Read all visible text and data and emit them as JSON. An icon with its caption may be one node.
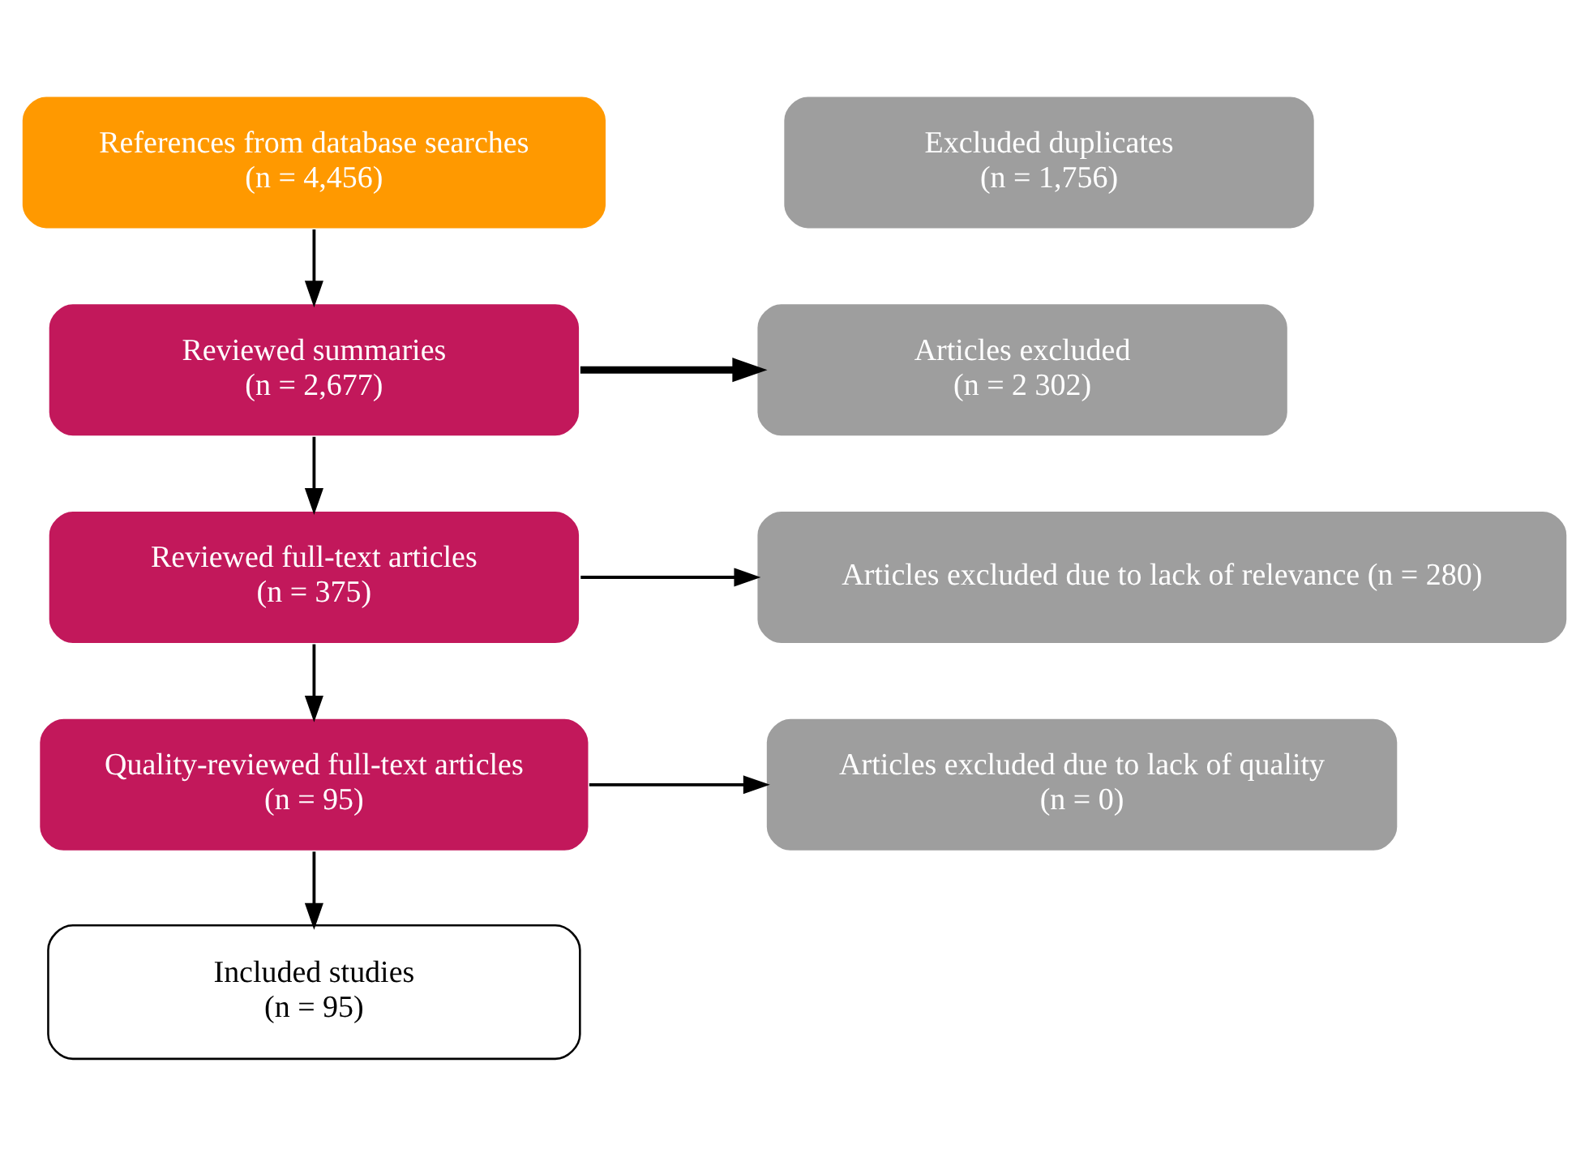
{
  "diagram": {
    "nodes": [
      {
        "text": [
          "References from database searches",
          "(n = 4,456)"
        ]
      },
      {
        "text": [
          "Excluded duplicates",
          "(n = 1,756)"
        ]
      },
      {
        "text": [
          "Reviewed summaries",
          "(n = 2,677)"
        ]
      },
      {
        "text": [
          "Articles excluded",
          "(n = 2 302)"
        ]
      },
      {
        "text": [
          "Reviewed full-text articles",
          "(n = 375)"
        ]
      },
      {
        "text": [
          "Articles excluded due to lack of relevance (n = 280)"
        ]
      },
      {
        "text": [
          "Quality-reviewed full-text articles",
          "(n = 95)"
        ]
      },
      {
        "text": [
          "Articles excluded due to lack of quality",
          "(n = 0)"
        ]
      },
      {
        "text": [
          "Included studies",
          "(n = 95)"
        ]
      }
    ],
    "edges": [
      {
        "from": 0,
        "to": 2,
        "arrow": "to"
      },
      {
        "from": 2,
        "to": 3,
        "arrow": "to",
        "style": "thick"
      },
      {
        "from": 2,
        "to": 4,
        "arrow": "to"
      },
      {
        "from": 4,
        "to": 5,
        "arrow": "to"
      },
      {
        "from": 4,
        "to": 6,
        "arrow": "to"
      },
      {
        "from": 6,
        "to": 7,
        "arrow": "to"
      },
      {
        "from": 6,
        "to": 8,
        "arrow": "to"
      }
    ]
  }
}
